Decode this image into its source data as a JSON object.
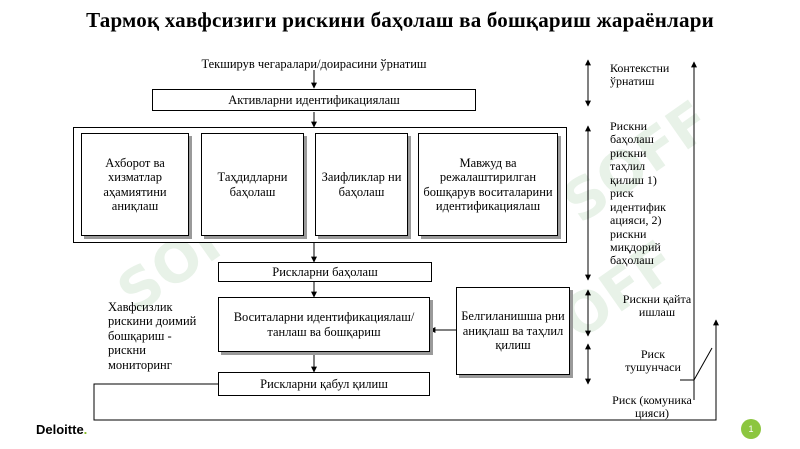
{
  "title": "Тармоқ хавфсизиги рискини баҳолаш ва бошқариш жараёнлари",
  "watermark": "SOFF",
  "flow": {
    "context_setting": "Текширув чегаралари/доирасини ўрнатиш",
    "asset_identification": "Активларни идентификациялаш",
    "assessment_boxes": [
      "Ахборот ва хизматлар аҳамиятини аниқлаш",
      "Таҳдидларни баҳолаш",
      "Заифликлар ни баҳолаш",
      "Мавжуд ва режалаштирилган бошқарув воситаларини идентификациялаш"
    ],
    "risk_evaluation": "Рискларни баҳолаш",
    "control_selection": "Воситаларни идентификациялаш/танлаш ва бошқариш",
    "risk_acceptance": "Рискларни қабул қилиш",
    "residual": "Белгиланишша рни аниқлаш ва таҳлил қилиш",
    "monitoring": "Хавфсизлик рискини доимий бошқариш - рискни мониторинг"
  },
  "side_labels": [
    "Контекстни ўрнатиш",
    "Рискни баҳолаш рискни таҳлил қилиш 1) риск идентифик ацияси, 2) рискни миқдорий баҳолаш",
    "Рискни қайта ишлаш",
    "Риск тушунчаси",
    "Риск (комуника цияси)"
  ],
  "footer": {
    "logo": "Deloitte",
    "logo_dot": ".",
    "page_badge": "1"
  },
  "colors": {
    "watermark": "#e8f2e8",
    "brand_green": "#86bc25",
    "shadow": "#9a9a9a"
  }
}
